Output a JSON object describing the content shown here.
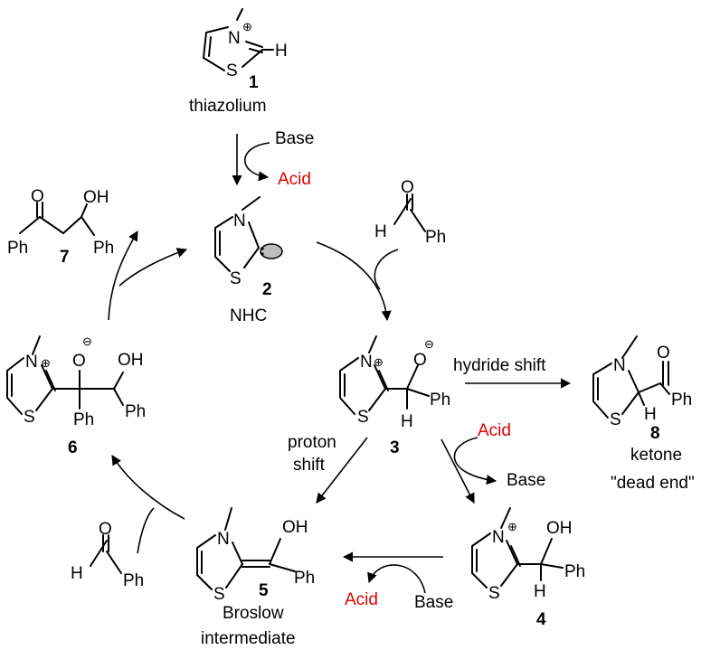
{
  "atoms": {
    "N": "N",
    "S": "S",
    "H": "H",
    "O": "O",
    "OH": "OH",
    "Ph": "Ph",
    "plus": "⊕",
    "minus": "⊖"
  },
  "compounds": {
    "c1": {
      "number": "1",
      "name": "thiazolium"
    },
    "c2": {
      "number": "2",
      "name": "NHC"
    },
    "c3": {
      "number": "3"
    },
    "c4": {
      "number": "4"
    },
    "c5": {
      "number": "5",
      "name_line1": "Broslow",
      "name_line2": "intermediate"
    },
    "c6": {
      "number": "6"
    },
    "c7": {
      "number": "7"
    },
    "c8": {
      "number": "8",
      "name_line1": "ketone",
      "name_line2": "\"dead end\""
    }
  },
  "reagents": {
    "base": "Base",
    "acid": "Acid"
  },
  "steps": {
    "hydride_shift": "hydride shift",
    "proton_shift_line1": "proton",
    "proton_shift_line2": "shift"
  },
  "colors": {
    "acid": "#e00000",
    "ink": "#000000"
  }
}
